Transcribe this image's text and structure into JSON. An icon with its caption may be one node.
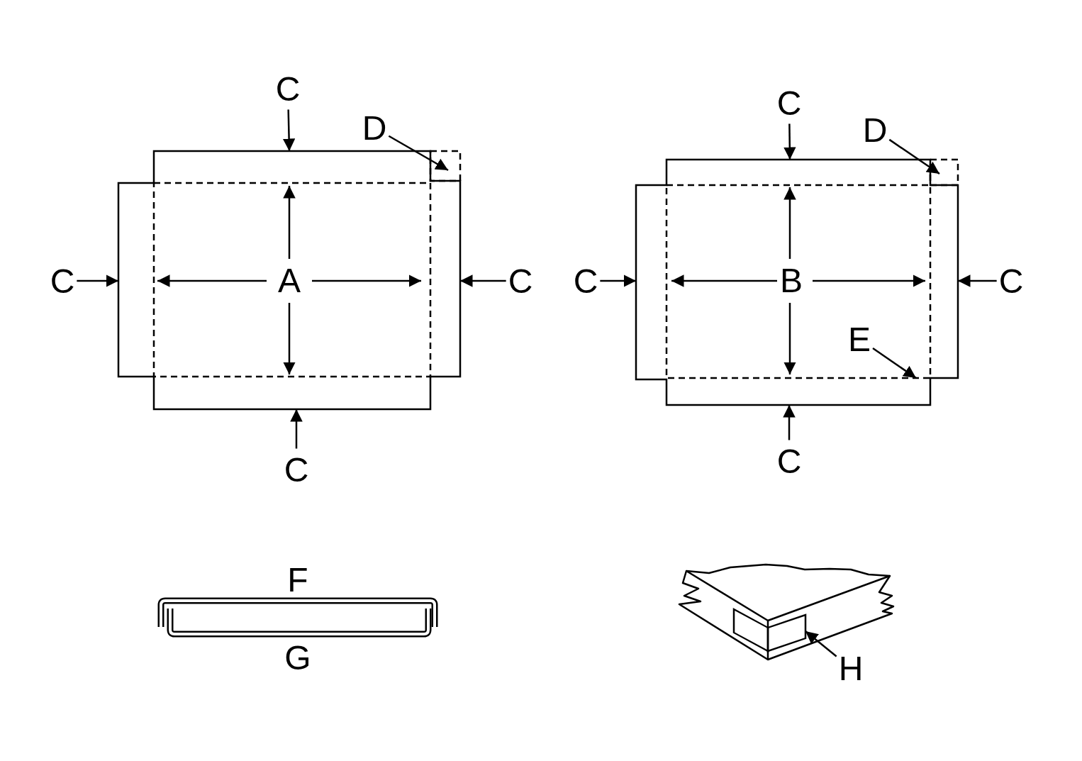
{
  "diagram": {
    "nodes": [
      {
        "text": [
          "C"
        ]
      },
      {
        "text": [
          "D"
        ]
      },
      {
        "text": [],
        "shape": "picture"
      },
      {
        "text": [],
        "shape": "box",
        "in": 2
      },
      {
        "text": [
          "C"
        ]
      },
      {
        "text": [
          "D"
        ]
      },
      {
        "text": [],
        "shape": "picture"
      },
      {
        "text": [],
        "shape": "box",
        "in": 6
      },
      {
        "text": [],
        "shape": "box",
        "in": 6
      },
      {
        "text": [
          "C"
        ]
      },
      {
        "text": [
          "C"
        ]
      },
      {
        "text": [
          "C"
        ]
      },
      {
        "text": [
          "C"
        ]
      },
      {
        "text": [
          "E"
        ],
        "in": 8
      },
      {
        "text": [
          "C"
        ]
      },
      {
        "text": [
          "C"
        ]
      },
      {
        "text": [
          "H"
        ]
      },
      {
        "text": [],
        "shape": "box"
      }
    ],
    "edges": [
      {
        "from": 0,
        "to": 2,
        "arrow": "to"
      },
      {
        "from": 1,
        "to": 3,
        "arrow": "to"
      },
      {
        "from": 4,
        "to": 6,
        "arrow": "to"
      },
      {
        "from": 5,
        "to": 7,
        "arrow": "to"
      },
      {
        "from": 9,
        "to": 2,
        "arrow": "to"
      },
      {
        "from": 10,
        "to": 2,
        "arrow": "to"
      },
      {
        "from": 11,
        "to": 6,
        "arrow": "to"
      },
      {
        "from": 12,
        "to": 6,
        "arrow": "to"
      },
      {
        "from": 13,
        "to": 8,
        "arrow": "to"
      },
      {
        "from": 14,
        "to": 2,
        "arrow": "to"
      },
      {
        "from": 15,
        "to": 6,
        "arrow": "to"
      },
      {
        "from": 16,
        "to": 17,
        "arrow": "to"
      }
    ],
    "labels": [
      "A",
      "B",
      "F",
      "G"
    ]
  }
}
